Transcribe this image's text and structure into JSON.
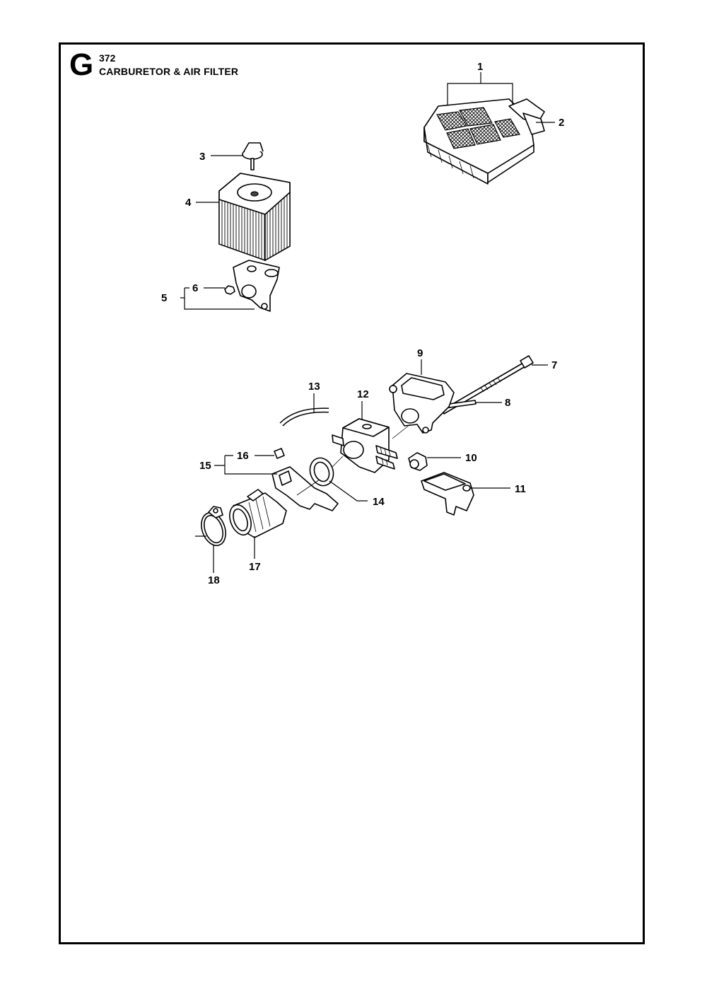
{
  "header": {
    "section_letter": "G",
    "model": "372",
    "title": "CARBURETOR & AIR FILTER"
  },
  "callouts": {
    "c1": "1",
    "c2": "2",
    "c3": "3",
    "c4": "4",
    "c5": "5",
    "c6": "6",
    "c7": "7",
    "c8": "8",
    "c9": "9",
    "c10": "10",
    "c11": "11",
    "c12": "12",
    "c13": "13",
    "c14": "14",
    "c15": "15",
    "c16": "16",
    "c17": "17",
    "c18": "18"
  }
}
